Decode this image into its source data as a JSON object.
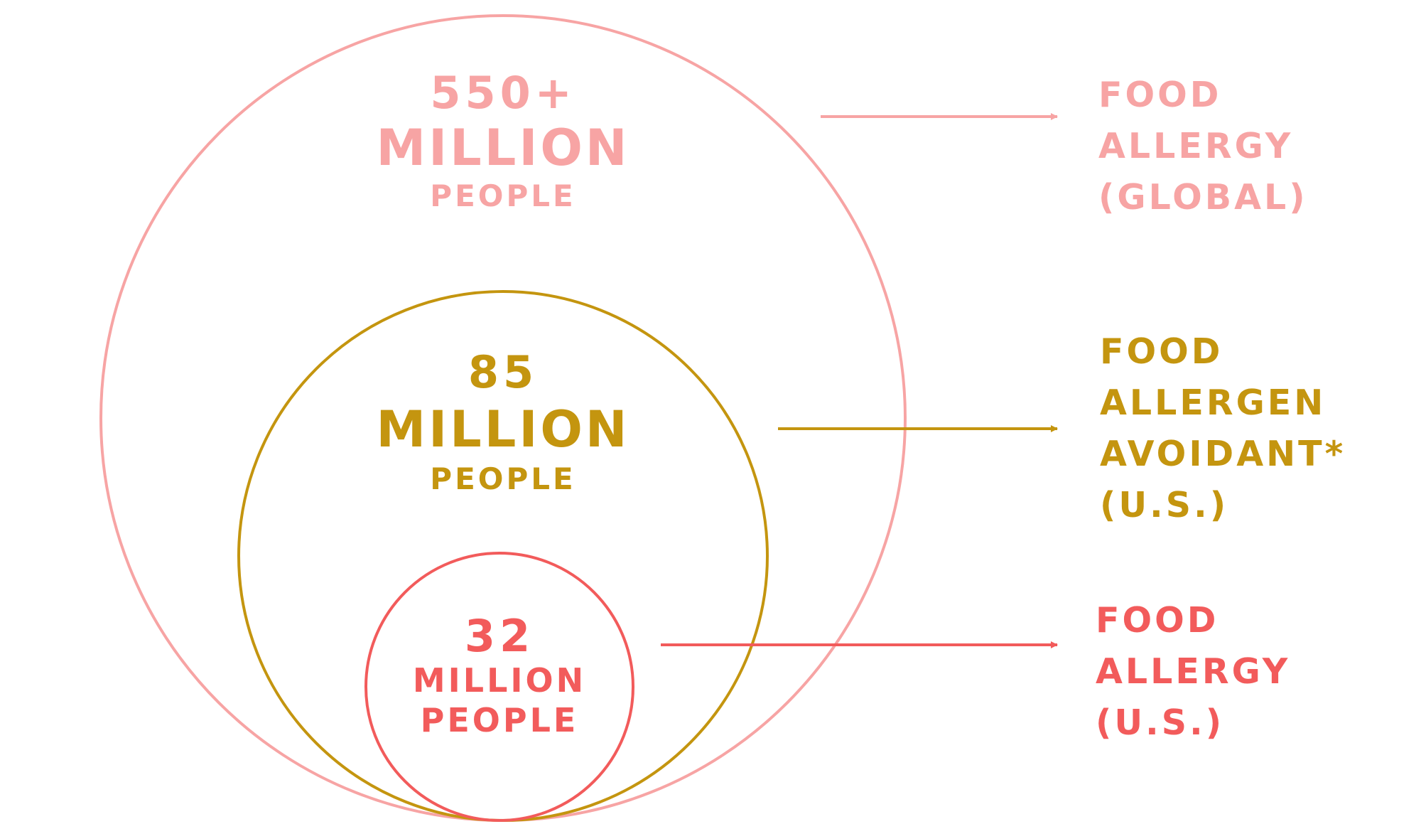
{
  "colors": {
    "global": "#f7a4a4",
    "avoidant": "#c4950f",
    "us_allergy": "#f25b5b"
  },
  "circles": {
    "global": {
      "number": "550+",
      "million": "MILLION",
      "people": "PEOPLE"
    },
    "avoidant": {
      "number": "85",
      "million": "MILLION",
      "people": "PEOPLE"
    },
    "us_allergy": {
      "number": "32",
      "million": "MILLION",
      "people": "PEOPLE"
    }
  },
  "labels": {
    "global": [
      "FOOD",
      "ALLERGY",
      "(GLOBAL)"
    ],
    "avoidant": [
      "FOOD",
      "ALLERGEN",
      "AVOIDANT*",
      "(U.S.)"
    ],
    "us_allergy": [
      "FOOD",
      "ALLERGY",
      "(U.S.)"
    ]
  }
}
